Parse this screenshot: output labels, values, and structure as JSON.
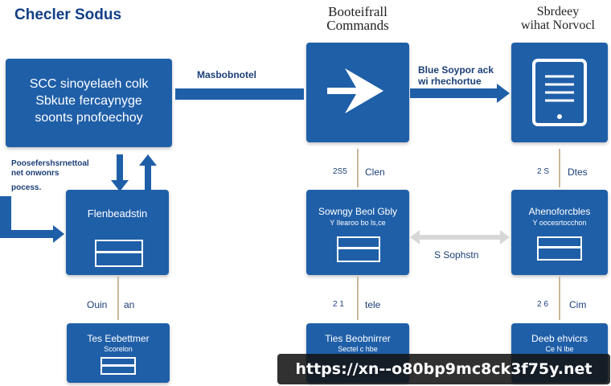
{
  "headings": {
    "left": "Checler Sodus",
    "center_line1": "Booteifrall",
    "center_line2": "Commands",
    "right_line1": "Sbrdeey",
    "right_line2": "wihat Norvocl"
  },
  "top_left_box": {
    "line1": "SCC sinoyelaeh colk",
    "line2": "Sbkute fercaynyge",
    "line3": "soonts pnofoechoy"
  },
  "labels": {
    "arrow_top_left": "Masbobnotel",
    "arrow_top_right_line1": "Blue Soypor ack",
    "arrow_top_right_line2": "wi rhechortue",
    "side_line1": "Poosefershsrnettoal",
    "side_line2": "net onwonrs",
    "side_line3": "pocess.",
    "mid_center_num": "2S5",
    "mid_center_text": "Clen",
    "mid_right_num": "2 S",
    "mid_right_text": "Dtes",
    "center_link": "S Sophstn",
    "bot_left_text": "Ouin",
    "bot_left_num": "an",
    "bot_center_num": "2 1",
    "bot_center_text": "tele",
    "bot_right_num": "2 6",
    "bot_right_text": "Cim"
  },
  "mid_boxes": {
    "left": {
      "title": "Flenbeadstin"
    },
    "center": {
      "title": "Sowngy Beol Gbly",
      "sub": "Y Ilearoo bo ls,ce"
    },
    "right": {
      "title": "Ahenoforcbles",
      "sub": "Y oocesrtocchon"
    }
  },
  "bottom_boxes": {
    "left": {
      "title": "Tes Eebettmer",
      "sub": "Scorelon"
    },
    "center": {
      "title": "Ties Beobnirrer",
      "sub": "Sectel c hbe"
    },
    "right": {
      "title": "Deeb ehvicrs",
      "sub": "Ce N lbe"
    }
  },
  "watermark": "https://xn--o80bp9mc8ck3f75y.net",
  "icons": [
    "arrow-right-icon",
    "tablet-document-icon",
    "card-icon"
  ],
  "colors": {
    "box_blue": "#1f5fa8",
    "text_navy": "#1c3f78",
    "connector": "#c9b89a"
  }
}
